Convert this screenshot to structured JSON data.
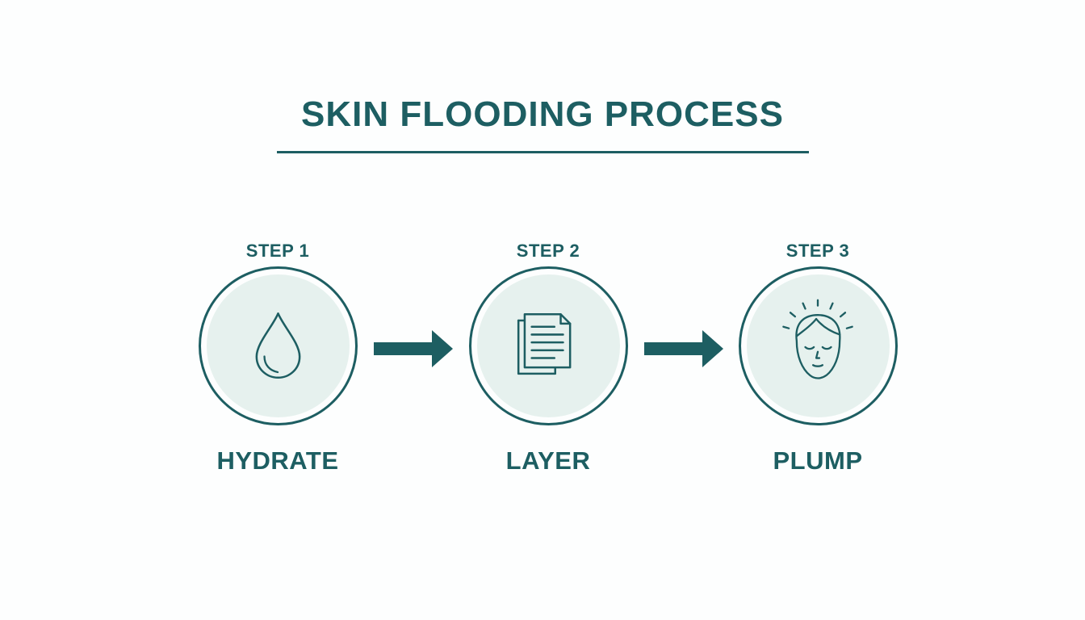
{
  "title": "SKIN FLOODING PROCESS",
  "colors": {
    "primary": "#1d5e62",
    "circle_fill": "#e6f1ee",
    "background": "#fdfefe"
  },
  "steps": [
    {
      "label": "STEP 1",
      "name": "HYDRATE",
      "icon": "water-drop-icon"
    },
    {
      "label": "STEP 2",
      "name": "LAYER",
      "icon": "layered-documents-icon"
    },
    {
      "label": "STEP 3",
      "name": "PLUMP",
      "icon": "radiant-face-icon"
    }
  ],
  "connectors": [
    "arrow-right-icon",
    "arrow-right-icon"
  ]
}
